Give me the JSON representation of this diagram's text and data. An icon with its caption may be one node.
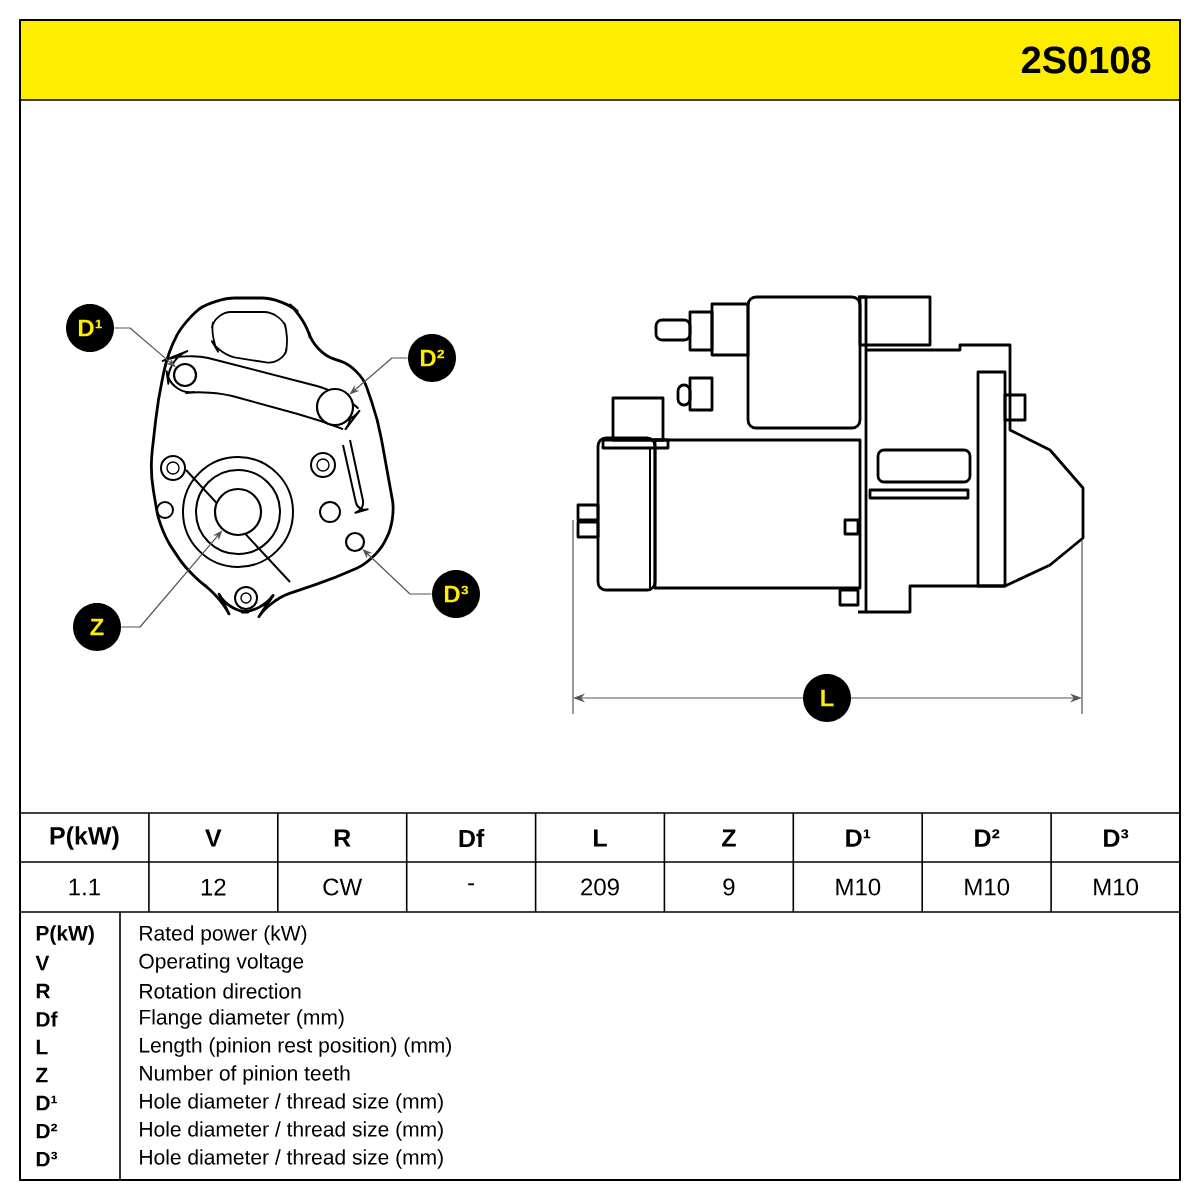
{
  "diagram": {
    "title": "2S0108",
    "nodes": [
      {
        "text": [
          "D¹"
        ]
      },
      {
        "text": [
          "D²"
        ]
      },
      {
        "text": [
          "D³"
        ]
      },
      {
        "text": [
          "Z"
        ]
      },
      {
        "text": [
          "L"
        ]
      },
      {
        "text": [],
        "shape": "circle"
      },
      {
        "text": [],
        "shape": "circle"
      },
      {
        "text": [],
        "shape": "circle"
      },
      {
        "text": [],
        "shape": "circle"
      }
    ],
    "edges": [
      {
        "from": 0,
        "to": 5,
        "arrow": "to"
      },
      {
        "from": 1,
        "to": 6,
        "arrow": "to"
      },
      {
        "from": 2,
        "to": 7,
        "arrow": "to"
      },
      {
        "from": 3,
        "to": 8,
        "arrow": "to"
      }
    ],
    "labels": [
      "P(kW)",
      "V",
      "R",
      "Df",
      "L",
      "Z",
      "D¹",
      "D²",
      "D³",
      "1.1",
      "12",
      "CW",
      "-",
      "209",
      "9",
      "M10",
      "M10",
      "M10",
      "P(kW)",
      "Rated power (kW)",
      "V",
      "Operating voltage",
      "R",
      "Rotation direction",
      "Df",
      "Flange diameter (mm)",
      "L",
      "Length (pinion rest position) (mm)",
      "Z",
      "Number of pinion teeth",
      "D¹",
      "Hole diameter / thread size (mm)",
      "D²",
      "Hole diameter / thread size (mm)",
      "D³",
      "Hole diameter / thread size (mm)"
    ]
  }
}
